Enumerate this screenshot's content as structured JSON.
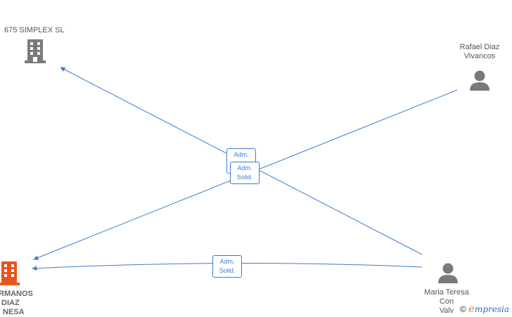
{
  "colors": {
    "edge": "#3a7bd5",
    "company_gray": "#7a7a7a",
    "company_highlight": "#e8541e",
    "person": "#7a7a7a"
  },
  "nodes": {
    "company_top": {
      "label": "675 SIMPLEX SL",
      "icon": "building-icon"
    },
    "company_bottom": {
      "label_lines": [
        "RMANOS",
        "DIAZ",
        "NESA"
      ],
      "icon": "building-icon"
    },
    "person_rafael": {
      "label_lines": [
        "Rafael Diaz",
        "Vivancos"
      ],
      "icon": "person-icon"
    },
    "person_maria": {
      "label_lines": [
        "Maria Teresa",
        "Con",
        "Valv"
      ],
      "icon": "person-icon"
    }
  },
  "edges": [
    {
      "from": "person_maria",
      "to": "company_top",
      "label_lines": [
        "Adm.",
        ""
      ]
    },
    {
      "from": "person_rafael",
      "to": "company_bottom",
      "label_lines": [
        "Adm.",
        "Solid."
      ]
    },
    {
      "from": "person_maria",
      "to": "company_bottom",
      "label_lines": [
        "Adm.",
        "Solid."
      ]
    }
  ],
  "brand": {
    "copyright": "©",
    "initial": "e",
    "rest": "mpresia"
  }
}
